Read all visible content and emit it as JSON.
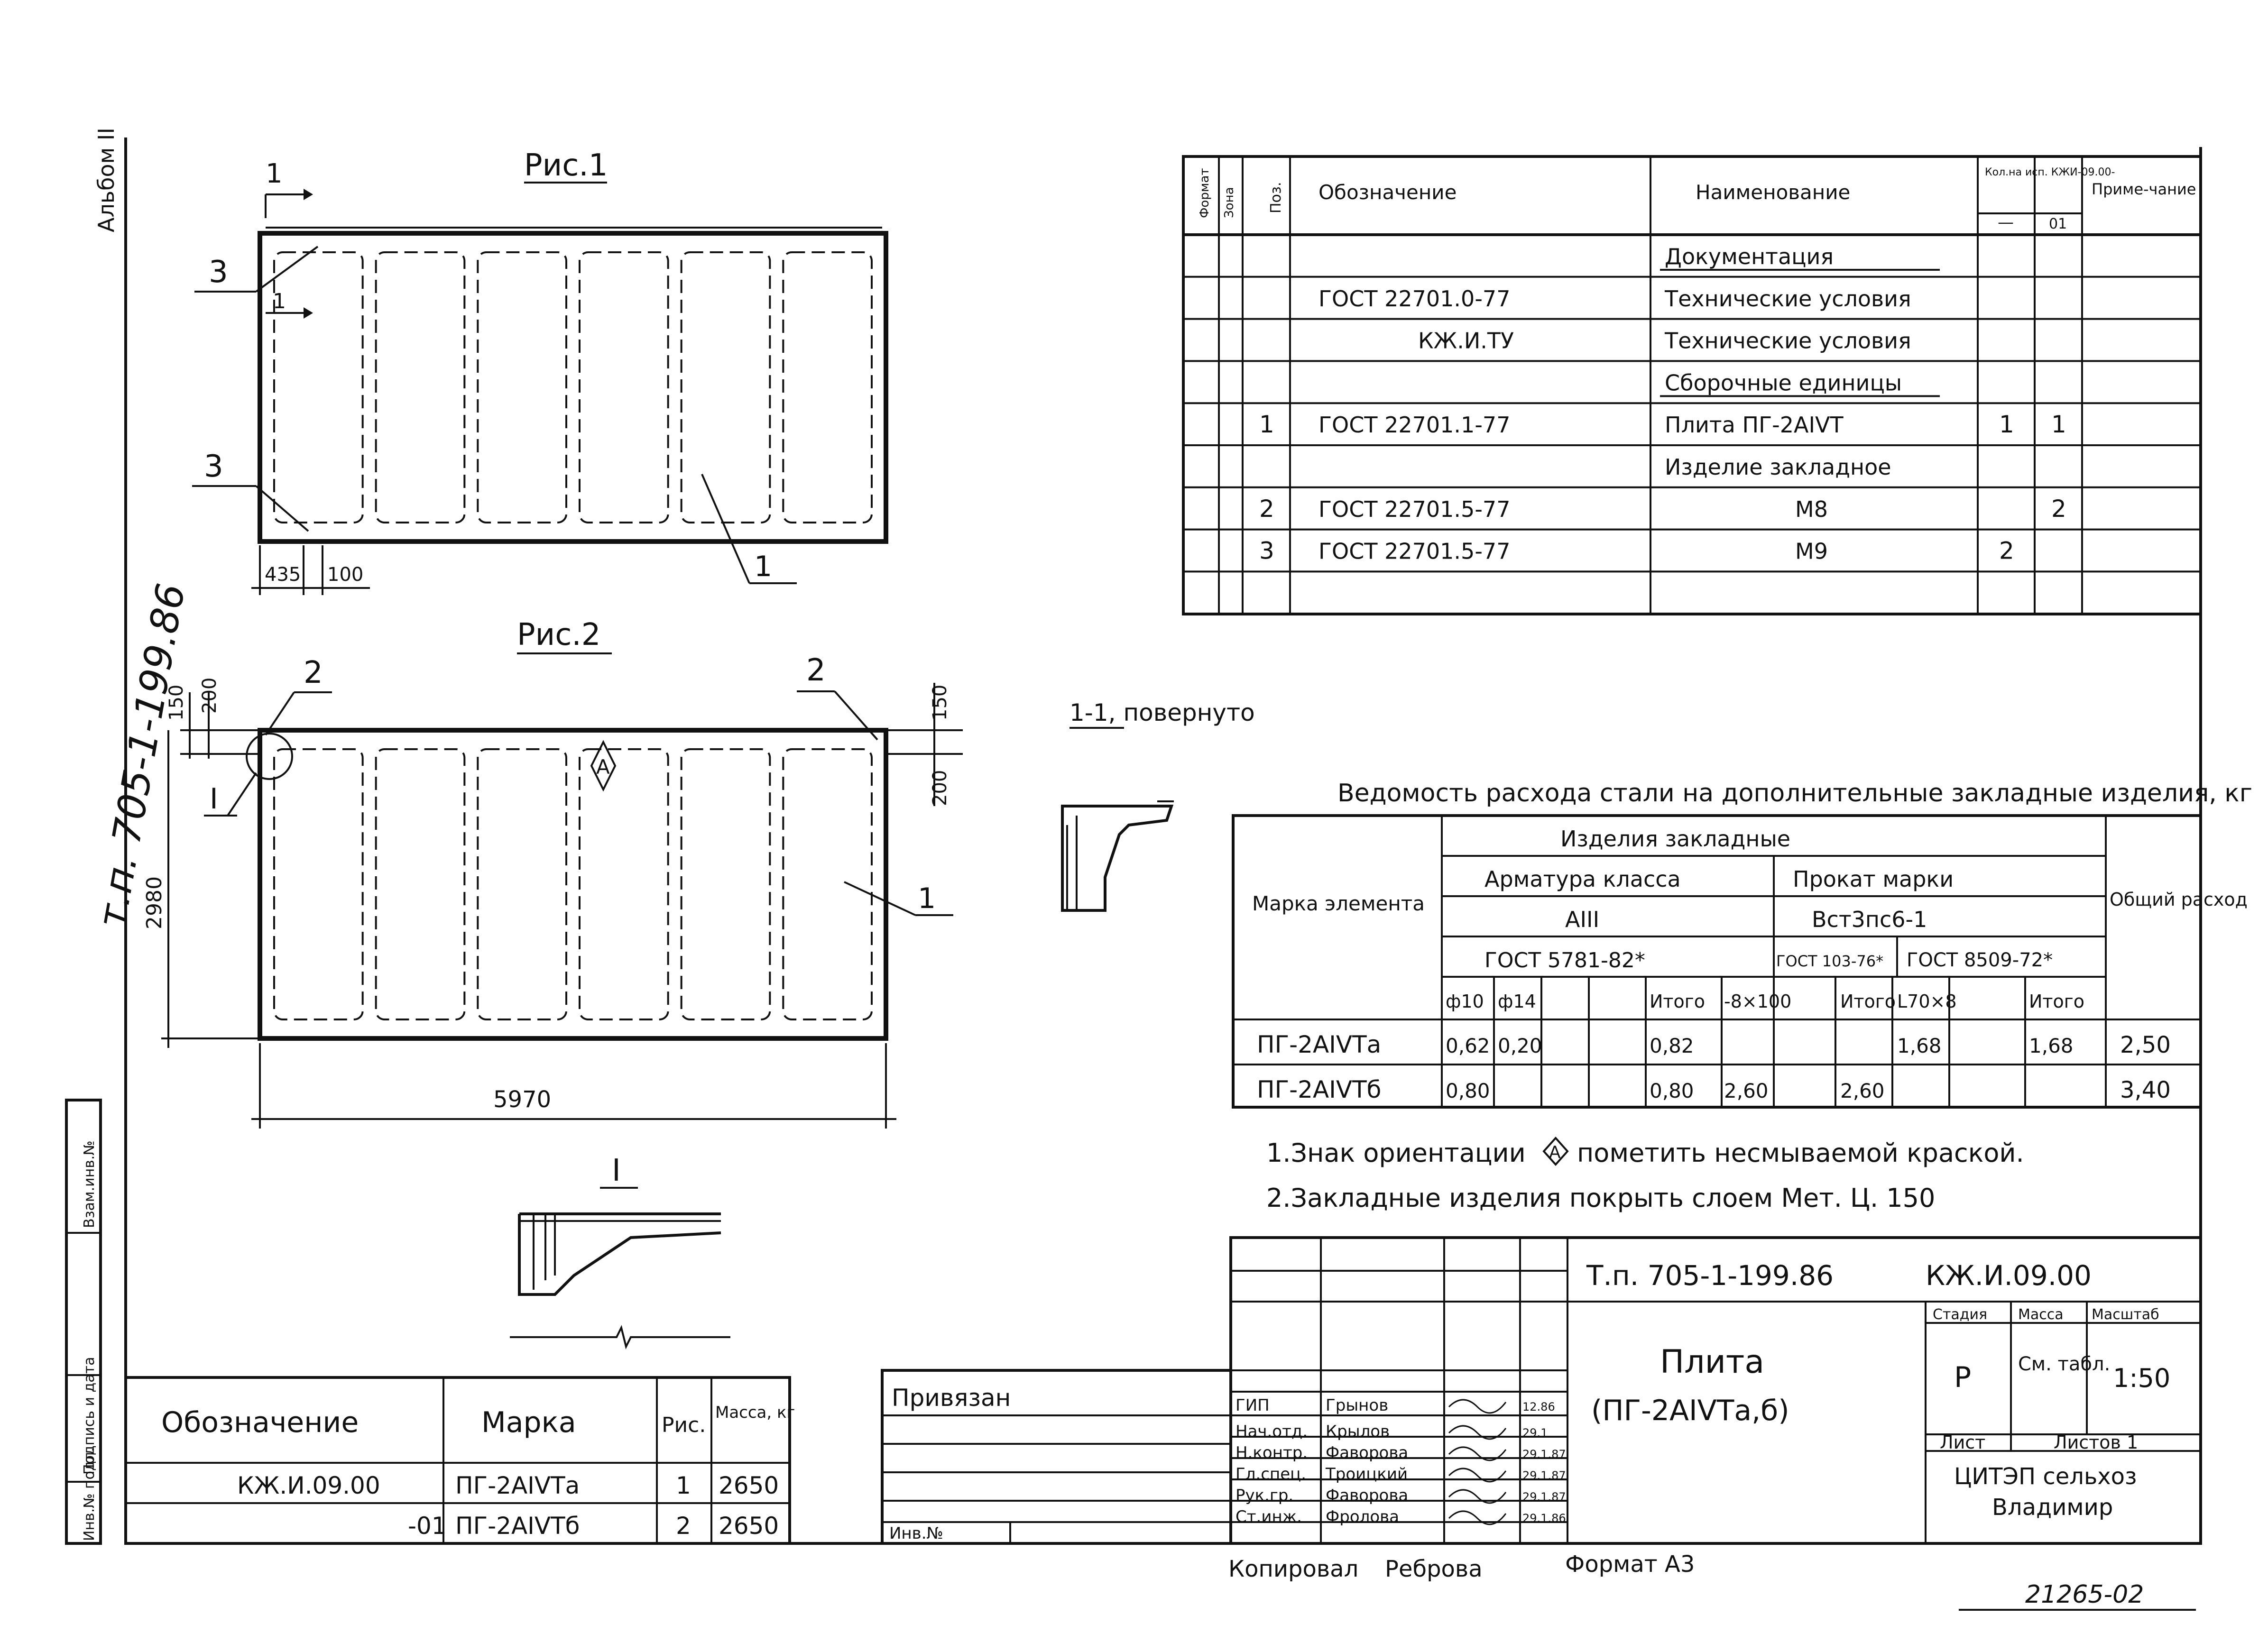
{
  "side": {
    "album": "Альбом II",
    "code": "т.п. 705-1-199.86"
  },
  "side_stamp": [
    "Инв.№ подл.",
    "Подпись и дата",
    "Взам.инв.№"
  ],
  "fig1": {
    "title": "Рис.1",
    "cut_mark": "1",
    "callout_3": "3",
    "callout_1": "1",
    "dim_435": "435",
    "dim_100": "100"
  },
  "fig2": {
    "title": "Рис.2",
    "callout_2": "2",
    "callout_1": "1",
    "node": "I",
    "orient": "A",
    "dim_150": "150",
    "dim_200": "200",
    "dim_2980": "2980",
    "dim_5970": "5970"
  },
  "section_label": "1-1, повернуто",
  "node_label": "I",
  "spec": {
    "headers": {
      "format": "Формат",
      "zone": "Зона",
      "pos": "Поз.",
      "designation": "Обозначение",
      "name": "Наименование",
      "qty": "Кол.на исп. КЖИ-09.00-",
      "qty_a": "—",
      "qty_b": "01",
      "note": "Приме-чание"
    },
    "rows": [
      {
        "pos": "",
        "des": "",
        "name": "Документация",
        "q1": "",
        "q2": "",
        "head": true
      },
      {
        "pos": "",
        "des": "ГОСТ 22701.0-77",
        "name": "Технические условия",
        "q1": "",
        "q2": ""
      },
      {
        "pos": "",
        "des": "КЖ.И.ТУ",
        "name": "Технические условия",
        "q1": "",
        "q2": ""
      },
      {
        "pos": "",
        "des": "",
        "name": "Сборочные единицы",
        "q1": "",
        "q2": "",
        "head": true
      },
      {
        "pos": "1",
        "des": "ГОСТ 22701.1-77",
        "name": "Плита ПГ-2АIVТ",
        "q1": "1",
        "q2": "1"
      },
      {
        "pos": "",
        "des": "",
        "name": "Изделие закладное",
        "q1": "",
        "q2": ""
      },
      {
        "pos": "2",
        "des": "ГОСТ 22701.5-77",
        "name": "М8",
        "q1": "",
        "q2": "2"
      },
      {
        "pos": "3",
        "des": "ГОСТ 22701.5-77",
        "name": "М9",
        "q1": "2",
        "q2": ""
      },
      {
        "pos": "",
        "des": "",
        "name": "",
        "q1": "",
        "q2": ""
      }
    ]
  },
  "steel": {
    "title": "Ведомость расхода стали на дополнительные закладные изделия, кг",
    "mark_header": "Марка элемента",
    "items_header": "Изделия закладные",
    "armature": "Арматура класса",
    "prokat": "Прокат марки",
    "class_aiii": "АIII",
    "vst": "Вст3пс6-1",
    "gost_arm": "ГОСТ 5781-82*",
    "gost_103": "ГОСТ 103-76*",
    "gost_8509": "ГОСТ 8509-72*",
    "total_header": "Общий расход",
    "sub": [
      "ф10",
      "ф14",
      "",
      "",
      "Итого",
      "-8×100",
      "Итого",
      "L70×8",
      "",
      "Итого"
    ],
    "rows": [
      {
        "mark": "ПГ-2АIVТа",
        "cells": [
          "0,62",
          "0,20",
          "",
          "",
          "0,82",
          "",
          "",
          "1,68",
          "",
          "1,68"
        ],
        "total": "2,50"
      },
      {
        "mark": "ПГ-2АIVТб",
        "cells": [
          "0,80",
          "",
          "",
          "",
          "0,80",
          "2,60",
          "2,60",
          "",
          "",
          ""
        ],
        "total": "3,40"
      }
    ]
  },
  "notes": {
    "n1a": "1.Знак ориентации",
    "n1b": "пометить несмываемой краской.",
    "n1mark": "A",
    "n2": "2.Закладные изделия покрыть слоем Мет. Ц. 150"
  },
  "marks_table": {
    "headers": {
      "des": "Обозначение",
      "mark": "Марка",
      "fig": "Рис.",
      "mass": "Масса, кг"
    },
    "rows": [
      {
        "des": "КЖ.И.09.00",
        "mark": "ПГ-2АIVТа",
        "fig": "1",
        "mass": "2650"
      },
      {
        "des": "-01",
        "mark": "ПГ-2АIVТб",
        "fig": "2",
        "mass": "2650"
      }
    ]
  },
  "tied": {
    "label": "Привязан",
    "inv": "Инв.№"
  },
  "title_block": {
    "code": "Т.п. 705-1-199.86",
    "doc": "КЖ.И.09.00",
    "name1": "Плита",
    "name2": "(ПГ-2АIVТа,б)",
    "stage_h": "Стадия",
    "mass_h": "Масса",
    "scale_h": "Масштаб",
    "stage": "Р",
    "mass": "См. табл.",
    "scale": "1:50",
    "sheet_h": "Лист",
    "sheets_h": "Листов 1",
    "org1": "ЦИТЭП сельхоз",
    "org2": "Владимир",
    "people": [
      {
        "role": "ГИП",
        "name": "Грынов",
        "date": "12.86"
      },
      {
        "role": "Нач.отд.",
        "name": "Крылов",
        "date": "29.1"
      },
      {
        "role": "Н.контр.",
        "name": "Фаворова",
        "date": "29.1.87"
      },
      {
        "role": "Гл.спец.",
        "name": "Троицкий",
        "date": "29.1.87"
      },
      {
        "role": "Рук.гр.",
        "name": "Фаворова",
        "date": "29.1.87"
      },
      {
        "role": "Ст.инж.",
        "name": "Фролова",
        "date": "29.1.86"
      }
    ]
  },
  "footer": {
    "copied": "Копировал",
    "copier": "Реброва",
    "format": "Формат А3",
    "number": "21265-02"
  }
}
